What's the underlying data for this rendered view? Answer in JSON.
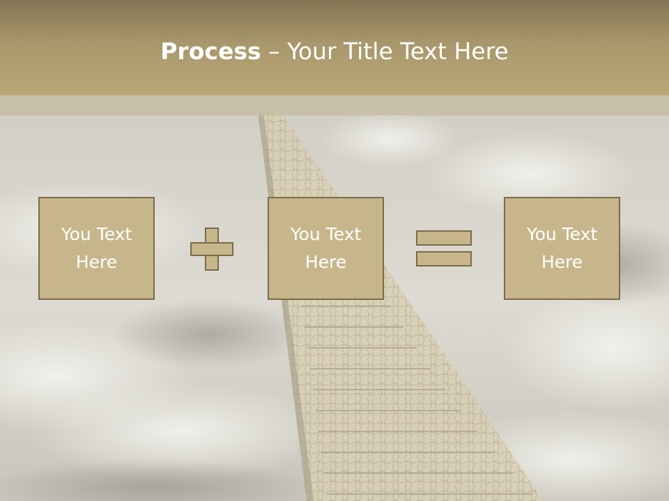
{
  "slide": {
    "title_bold": "Process",
    "title_sep": " – ",
    "title_rest": "Your Title Text Here"
  },
  "boxes": [
    {
      "text": "You Text\nHere"
    },
    {
      "text": "You Text\nHere"
    },
    {
      "text": "You Text\nHere"
    }
  ],
  "operators": {
    "first": "plus-icon",
    "second": "equals-icon"
  },
  "colors": {
    "header_top": "#857554",
    "header_bottom": "#bda778",
    "box_fill": "#c7b68b",
    "box_border": "#7a6a48",
    "text": "#ffffff"
  }
}
